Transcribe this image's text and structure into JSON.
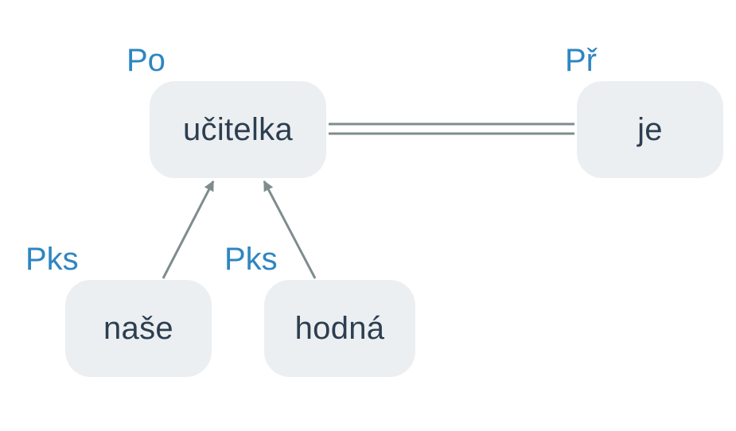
{
  "colors": {
    "node_fill": "#eceff1",
    "node_text": "#2c3e50",
    "tag_text": "#2e86c1",
    "edge": "#7f8c8d"
  },
  "nodes": {
    "ucitelka": {
      "text": "učitelka",
      "tag": "Po"
    },
    "je": {
      "text": "je",
      "tag": "Př"
    },
    "nase": {
      "text": "naše",
      "tag": "Pks"
    },
    "hodna": {
      "text": "hodná",
      "tag": "Pks"
    }
  },
  "edges": [
    {
      "from": "nase",
      "to": "ucitelka",
      "kind": "arrow"
    },
    {
      "from": "hodna",
      "to": "ucitelka",
      "kind": "arrow"
    },
    {
      "from": "ucitelka",
      "to": "je",
      "kind": "double-line"
    }
  ]
}
